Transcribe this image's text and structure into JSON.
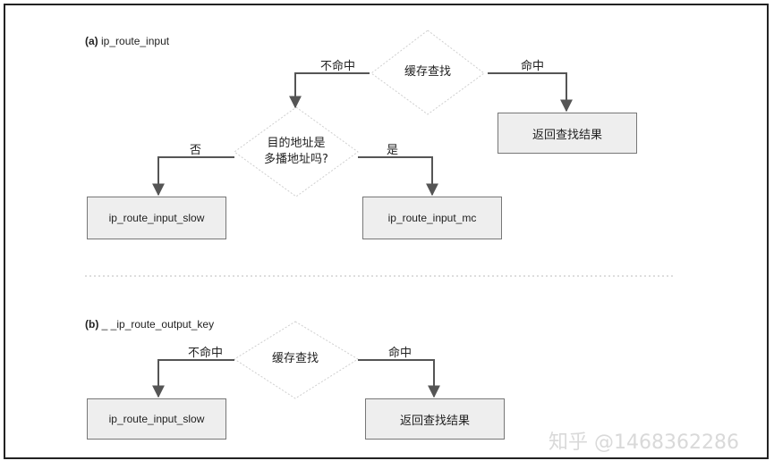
{
  "panel_a": {
    "tag": "(a)",
    "title": "ip_route_input",
    "cache_lookup": "缓存查找",
    "miss_label": "不命中",
    "hit_label": "命中",
    "return_result": "返回查找结果",
    "multicast_question_line1": "目的地址是",
    "multicast_question_line2": "多播地址吗?",
    "no_label": "否",
    "yes_label": "是",
    "slow_box": "ip_route_input_slow",
    "mc_box": "ip_route_input_mc"
  },
  "panel_b": {
    "tag": "(b)",
    "title": "_ _ip_route_output_key",
    "cache_lookup": "缓存查找",
    "miss_label": "不命中",
    "hit_label": "命中",
    "slow_box": "ip_route_input_slow",
    "return_result": "返回查找结果"
  },
  "watermark": "知乎 @1468362286"
}
